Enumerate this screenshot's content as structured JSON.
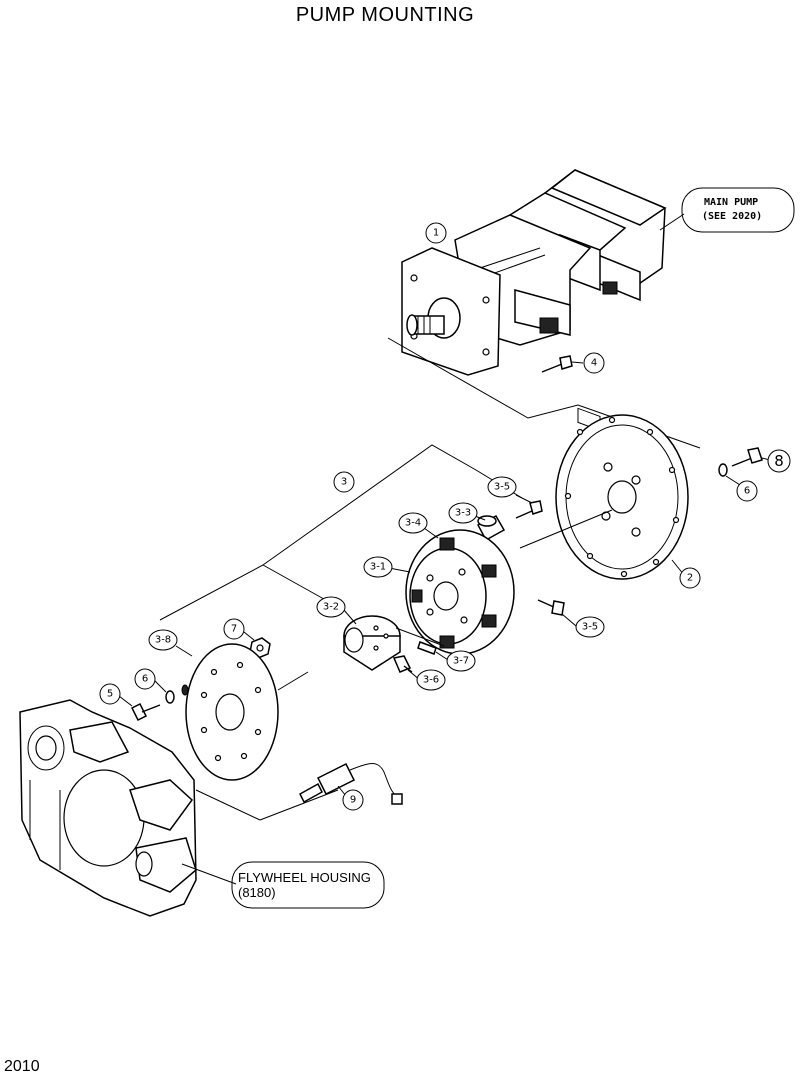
{
  "page": {
    "title": "PUMP MOUNTING",
    "page_number": "2010"
  },
  "notes": {
    "main_pump": {
      "line1": "MAIN PUMP",
      "line2": "(SEE 2020)"
    },
    "flywheel_housing": {
      "line1": "FLYWHEEL HOUSING",
      "line2": "(8180)"
    }
  },
  "callouts": {
    "c1": "1",
    "c2": "2",
    "c3": "3",
    "c3_1": "3-1",
    "c3_2": "3-2",
    "c3_3": "3-3",
    "c3_4": "3-4",
    "c3_5a": "3-5",
    "c3_5b": "3-5",
    "c3_6": "3-6",
    "c3_7": "3-7",
    "c3_8": "3-8",
    "c4": "4",
    "c5": "5",
    "c6a": "6",
    "c6b": "6",
    "c7": "7",
    "c8": "8",
    "c9": "9"
  }
}
